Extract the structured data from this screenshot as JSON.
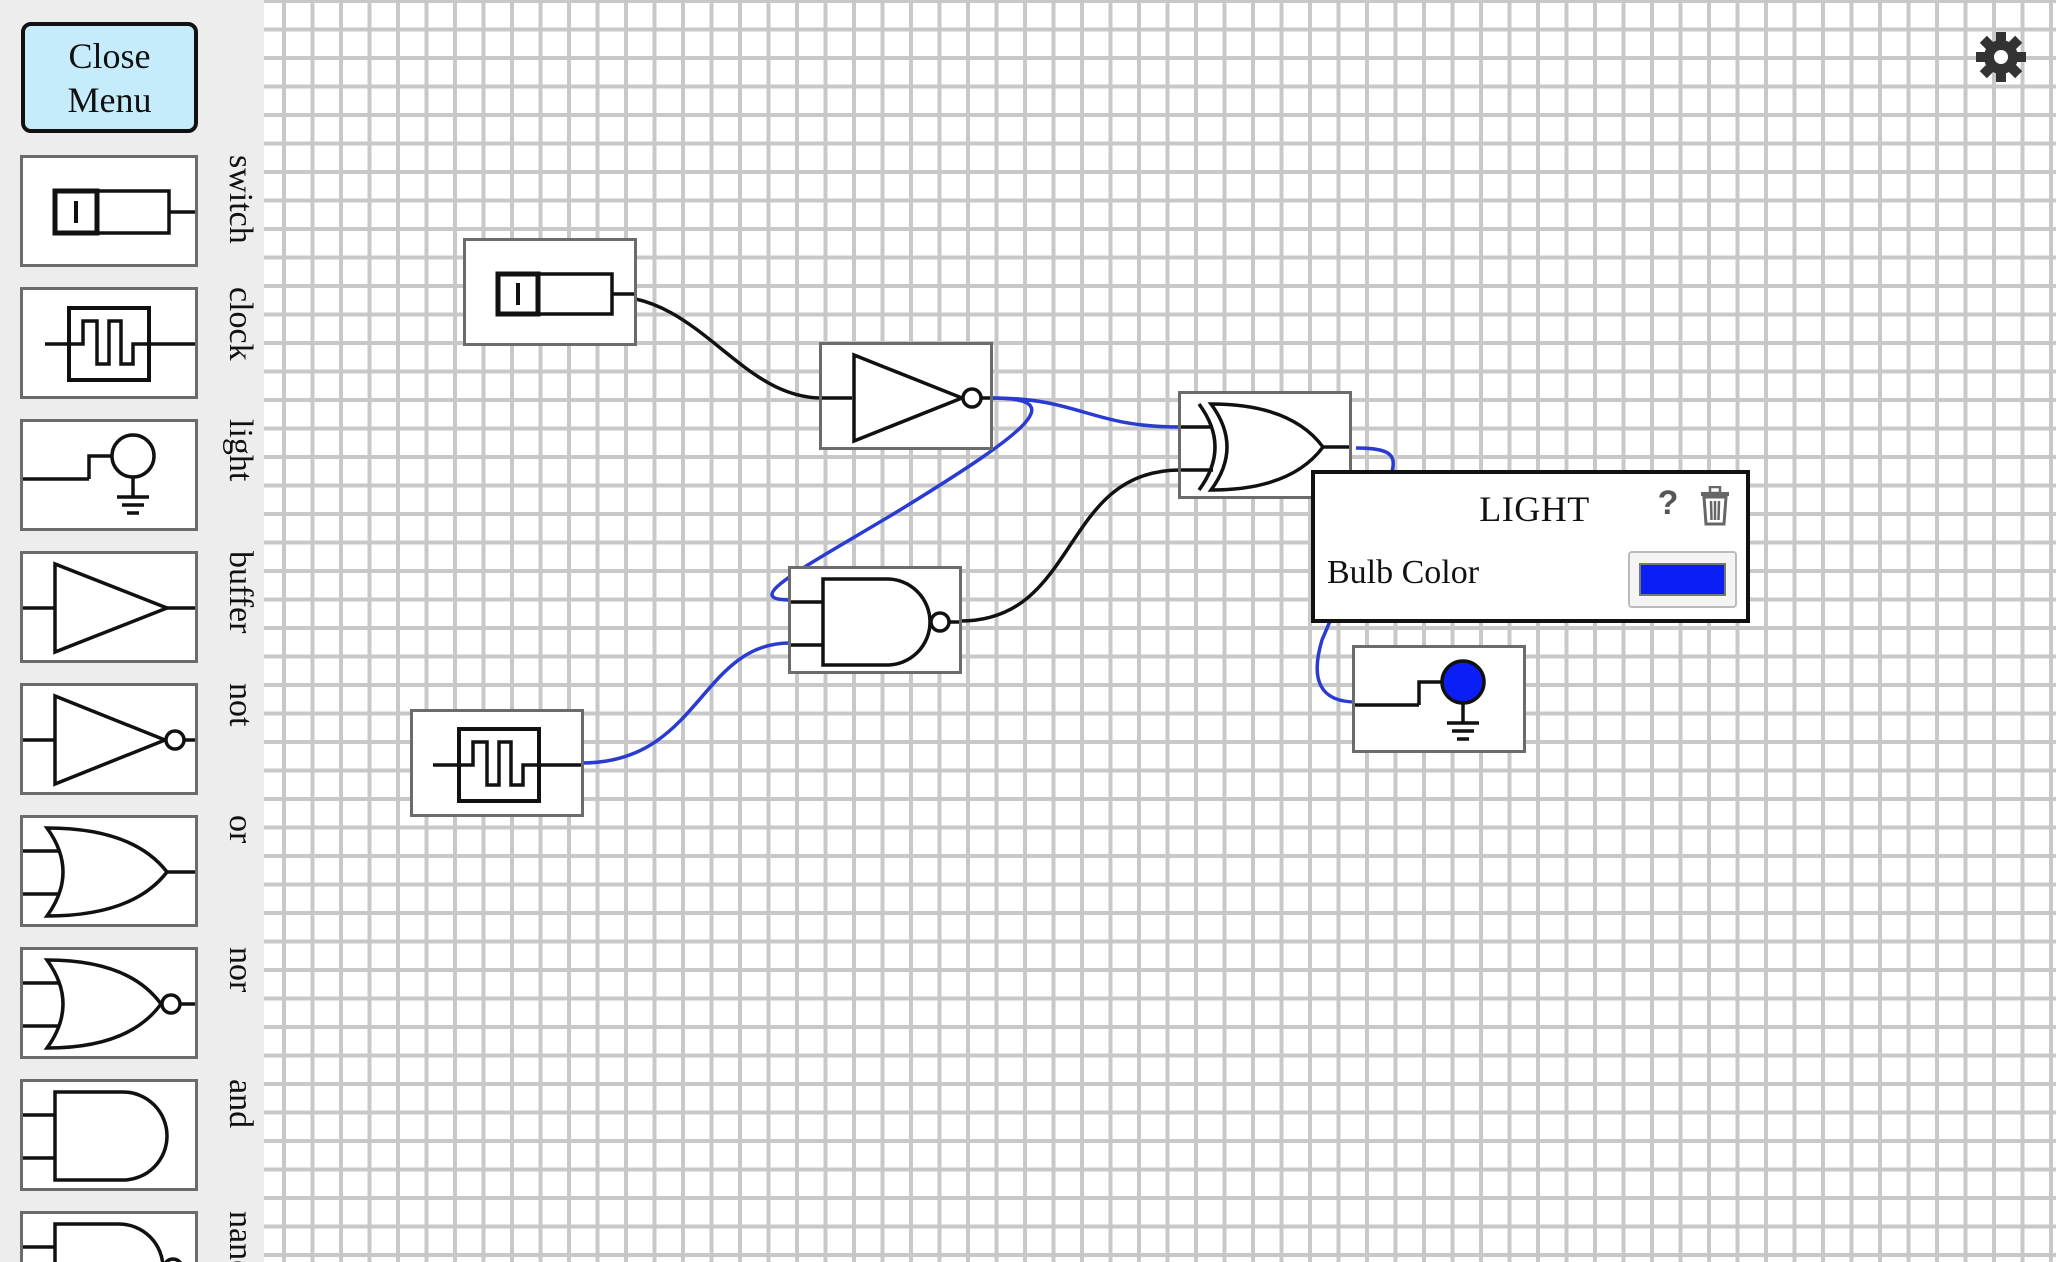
{
  "menu": {
    "close_label": "Close Menu"
  },
  "palette": [
    {
      "id": "switch",
      "label": "switch",
      "icon": "switch-icon"
    },
    {
      "id": "clock",
      "label": "clock",
      "icon": "clock-icon"
    },
    {
      "id": "light",
      "label": "light",
      "icon": "light-icon"
    },
    {
      "id": "buffer",
      "label": "buffer",
      "icon": "buffer-gate-icon"
    },
    {
      "id": "not",
      "label": "not",
      "icon": "not-gate-icon"
    },
    {
      "id": "or",
      "label": "or",
      "icon": "or-gate-icon"
    },
    {
      "id": "nor",
      "label": "nor",
      "icon": "nor-gate-icon"
    },
    {
      "id": "and",
      "label": "and",
      "icon": "and-gate-icon"
    },
    {
      "id": "nand",
      "label": "nand",
      "icon": "nand-gate-icon"
    }
  ],
  "circuit": {
    "components": [
      "switch",
      "not",
      "xor",
      "nand",
      "clock",
      "light"
    ],
    "wire_colors": {
      "inactive": "#111111",
      "active": "#2a3bd1"
    }
  },
  "popup": {
    "title": "LIGHT",
    "help_icon": "?",
    "field_label": "Bulb Color",
    "bulb_color": "#0a1ef5"
  },
  "toolbar": {
    "settings_icon": "gear-icon"
  }
}
